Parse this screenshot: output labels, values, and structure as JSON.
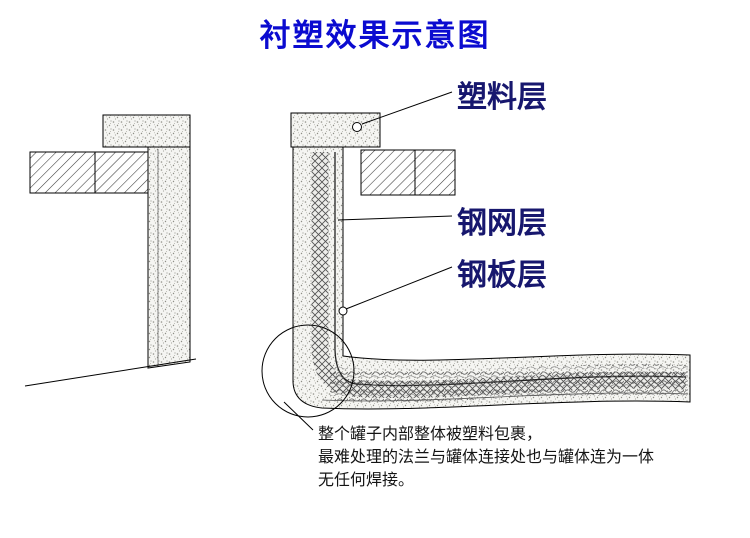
{
  "title": "衬塑效果示意图",
  "labels": {
    "plastic": "塑料层",
    "mesh": "钢网层",
    "plate": "钢板层"
  },
  "note": {
    "line1": "整个罐子内部整体被塑料包裹，",
    "line2": "最难处理的法兰与罐体连接处也与罐体连为一体",
    "line3": "无任何焊接。"
  },
  "colors": {
    "title_blue": "#0b0bd0",
    "label_navy": "#17176e",
    "note_black": "#141414",
    "line_black": "#000000",
    "stipple_gray": "#9a9a92"
  }
}
